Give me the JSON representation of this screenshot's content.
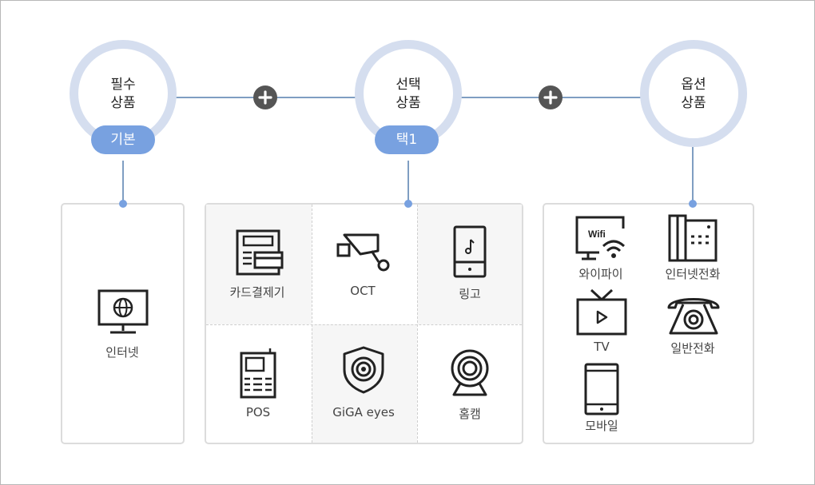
{
  "groups": [
    {
      "title_line1": "필수",
      "title_line2": "상품",
      "pill": "기본"
    },
    {
      "title_line1": "선택",
      "title_line2": "상품",
      "pill": "택1"
    },
    {
      "title_line1": "옵션",
      "title_line2": "상품"
    }
  ],
  "required_items": [
    {
      "label": "인터넷",
      "icon": "monitor-globe-icon"
    }
  ],
  "select_items": [
    {
      "label": "카드결제기",
      "icon": "card-terminal-icon"
    },
    {
      "label": "OCT",
      "icon": "cctv-camera-icon"
    },
    {
      "label": "링고",
      "icon": "music-phone-icon"
    },
    {
      "label": "POS",
      "icon": "pos-terminal-icon"
    },
    {
      "label": "GiGA eyes",
      "icon": "shield-eye-icon"
    },
    {
      "label": "홈캠",
      "icon": "webcam-icon"
    }
  ],
  "option_items": [
    {
      "label": "와이파이",
      "icon": "wifi-monitor-icon",
      "icon_text": "Wifi"
    },
    {
      "label": "인터넷전화",
      "icon": "desk-phone-icon"
    },
    {
      "label": "TV",
      "icon": "tv-icon"
    },
    {
      "label": "일반전화",
      "icon": "rotary-phone-icon"
    },
    {
      "label": "모바일",
      "icon": "mobile-icon"
    }
  ],
  "colors": {
    "accent": "#78a1e0",
    "ring": "#d5deef",
    "connector": "#7f9ec2",
    "plus": "#555555"
  }
}
